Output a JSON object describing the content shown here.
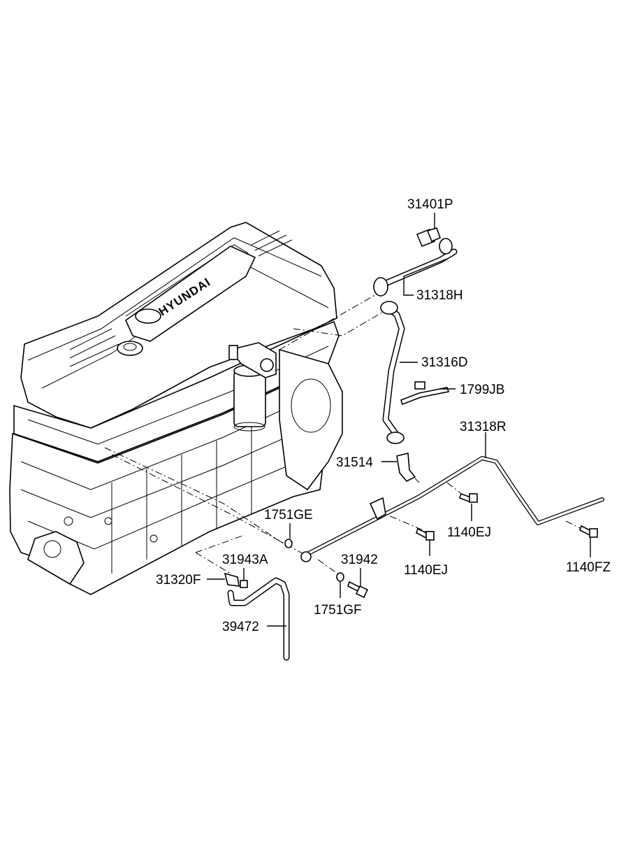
{
  "brand": {
    "logo_text": "HYUNDAI"
  },
  "callouts": [
    {
      "id": "c1",
      "part_number": "31401P"
    },
    {
      "id": "c2",
      "part_number": "31318H"
    },
    {
      "id": "c3",
      "part_number": "31316D"
    },
    {
      "id": "c4",
      "part_number": "1799JB"
    },
    {
      "id": "c5",
      "part_number": "31318R"
    },
    {
      "id": "c6",
      "part_number": "31514"
    },
    {
      "id": "c7",
      "part_number": "1751GE"
    },
    {
      "id": "c8",
      "part_number": "1140EJ"
    },
    {
      "id": "c9",
      "part_number": "1140EJ"
    },
    {
      "id": "c10",
      "part_number": "31943A"
    },
    {
      "id": "c11",
      "part_number": "31942"
    },
    {
      "id": "c12",
      "part_number": "1140FZ"
    },
    {
      "id": "c13",
      "part_number": "31320F"
    },
    {
      "id": "c14",
      "part_number": "1751GF"
    },
    {
      "id": "c15",
      "part_number": "39472"
    }
  ]
}
